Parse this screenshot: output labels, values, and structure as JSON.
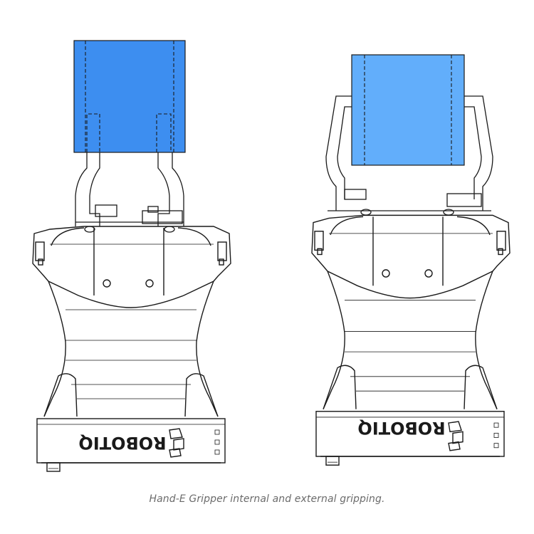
{
  "caption": "Hand-E Gripper internal and external gripping.",
  "left_gripper": {
    "brand": "ROBOTIQ"
  },
  "right_gripper": {
    "brand": "ROBOTIQ"
  },
  "colors": {
    "object_left": "#3d8ef0",
    "object_right": "#62aefb",
    "line": "#1a1a1a"
  }
}
